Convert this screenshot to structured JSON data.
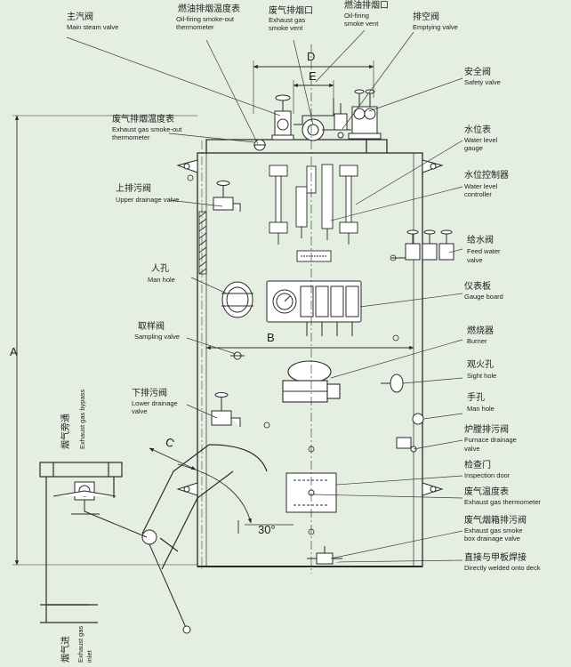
{
  "colors": {
    "background": "#e4efe2",
    "line": "#2a2a2a",
    "leader": "#3a3a3a"
  },
  "labels": {
    "main_steam_valve": {
      "cn": "主汽阀",
      "en": [
        "Main steam valve"
      ]
    },
    "oil_firing_thermo": {
      "cn": "燃油排烟温度表",
      "en": [
        "Oil-firing smoke-out",
        "thermometer"
      ]
    },
    "exhaust_gas_vent": {
      "cn": "废气排烟口",
      "en": [
        "Exhaust gas",
        "smoke vent"
      ]
    },
    "oil_firing_vent": {
      "cn": "燃油排烟口",
      "en": [
        "Oil-firing",
        "smoke vent"
      ]
    },
    "emptying_valve": {
      "cn": "排空阀",
      "en": [
        "Emptying valve"
      ]
    },
    "safety_valve": {
      "cn": "安全阀",
      "en": [
        "Safety valve"
      ]
    },
    "exhaust_thermo": {
      "cn": "废气排烟温度表",
      "en": [
        "Exhaust gas smoke-out",
        "thermometer"
      ]
    },
    "water_level_gauge": {
      "cn": "水位表",
      "en": [
        "Water level",
        "gauge"
      ]
    },
    "water_level_controller": {
      "cn": "水位控制器",
      "en": [
        "Water level",
        "controller"
      ]
    },
    "upper_drainage_valve": {
      "cn": "上排污阀",
      "en": [
        "Upper drainage valve"
      ]
    },
    "feed_water_valve": {
      "cn": "给水阀",
      "en": [
        "Feed water",
        "valve"
      ]
    },
    "man_hole": {
      "cn": "人孔",
      "en": [
        "Man hole"
      ]
    },
    "gauge_board": {
      "cn": "仪表板",
      "en": [
        "Gauge board"
      ]
    },
    "sampling_valve": {
      "cn": "取样阀",
      "en": [
        "Sampling valve"
      ]
    },
    "burner": {
      "cn": "燃烧器",
      "en": [
        "Burner"
      ]
    },
    "sight_hole": {
      "cn": "观火孔",
      "en": [
        "Sight hole"
      ]
    },
    "lower_drainage_valve": {
      "cn": "下排污阀",
      "en": [
        "Lower drainage",
        "valve"
      ]
    },
    "hand_hole": {
      "cn": "手孔",
      "en": [
        "Man hole"
      ]
    },
    "furnace_drainage": {
      "cn": "炉膛排污阀",
      "en": [
        "Furnace drainage",
        "valve"
      ]
    },
    "inspection_door": {
      "cn": "检查门",
      "en": [
        "Inspection door"
      ]
    },
    "exhaust_gas_thermo": {
      "cn": "废气温度表",
      "en": [
        "Exhaust gas thermometer"
      ]
    },
    "smoke_box_drainage": {
      "cn": "废气烟箱排污阀",
      "en": [
        "Exhaust gas smoke",
        "box drainage valve"
      ]
    },
    "welded_deck": {
      "cn": "直接与甲板焊接",
      "en": [
        "Directly welded onto deck"
      ]
    },
    "gas_bypass": {
      "cn": "烟气旁通",
      "en": [
        "Exhaust gas bypass"
      ]
    },
    "gas_inlet": {
      "cn": "烟气进",
      "en": [
        "Exhaust gas",
        "inlet"
      ]
    }
  },
  "dimensions": {
    "A": "A",
    "B": "B",
    "C": "C",
    "D": "D",
    "E": "E",
    "angle": "30°"
  }
}
